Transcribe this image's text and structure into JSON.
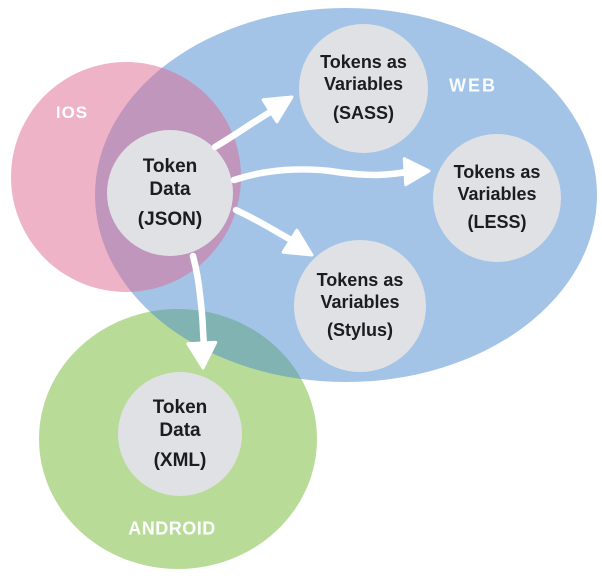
{
  "diagram": {
    "type": "venn-flow",
    "background": "#FFFFFF",
    "sets": [
      {
        "id": "ios",
        "label": "IOS",
        "color": "#EFB3C8"
      },
      {
        "id": "web",
        "label": "WEB",
        "color": "#A3C4E6"
      },
      {
        "id": "android",
        "label": "ANDROID",
        "color": "#B8DC97"
      }
    ],
    "nodes": [
      {
        "id": "token-data-json",
        "lines": [
          "Token",
          "Data",
          "(JSON)"
        ]
      },
      {
        "id": "tokens-as-variables-sass",
        "lines": [
          "Tokens as",
          "Variables",
          "(SASS)"
        ]
      },
      {
        "id": "tokens-as-variables-less",
        "lines": [
          "Tokens as",
          "Variables",
          "(LESS)"
        ]
      },
      {
        "id": "tokens-as-variables-stylus",
        "lines": [
          "Tokens as",
          "Variables",
          "(Stylus)"
        ]
      },
      {
        "id": "token-data-xml",
        "lines": [
          "Token",
          "Data",
          "(XML)"
        ]
      }
    ],
    "edges": [
      {
        "from": "token-data-json",
        "to": "tokens-as-variables-sass"
      },
      {
        "from": "token-data-json",
        "to": "tokens-as-variables-less"
      },
      {
        "from": "token-data-json",
        "to": "tokens-as-variables-stylus"
      },
      {
        "from": "token-data-json",
        "to": "token-data-xml"
      }
    ],
    "colors": {
      "node_fill": "#E0E1E5",
      "node_text": "#1C1C1E",
      "arrow": "#FFFFFF",
      "overlap_ios_web": "#C295BB",
      "overlap_web_android": "#85B2AC"
    }
  }
}
